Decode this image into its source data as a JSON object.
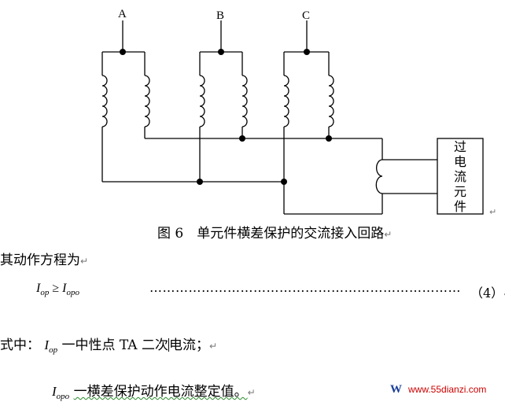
{
  "diagram": {
    "phase_labels": [
      "A",
      "B",
      "C"
    ],
    "relay_box_chars": [
      "过",
      "电",
      "流",
      "元",
      "件"
    ],
    "paragraph_mark": "↵"
  },
  "caption": "图 6　单元件横差保护的交流接入回路",
  "line1": "其动作方程为",
  "equation": {
    "lhs_var": "I",
    "lhs_sub": "op",
    "relation": "≥",
    "rhs_var": "I",
    "rhs_sub": "opo",
    "leader": "………………………………………………………………",
    "number": "（4）"
  },
  "where": {
    "prefix": "式中：",
    "var": "I",
    "sub": "op",
    "text_before_cursor": "一中性点 TA 二次",
    "text_after_cursor": "电流；"
  },
  "def2": {
    "var": "I",
    "sub": "opo",
    "text": "一横差保护动作电流整定值。"
  },
  "watermark": {
    "logo": "W",
    "url": "www.55dianzi.com"
  }
}
